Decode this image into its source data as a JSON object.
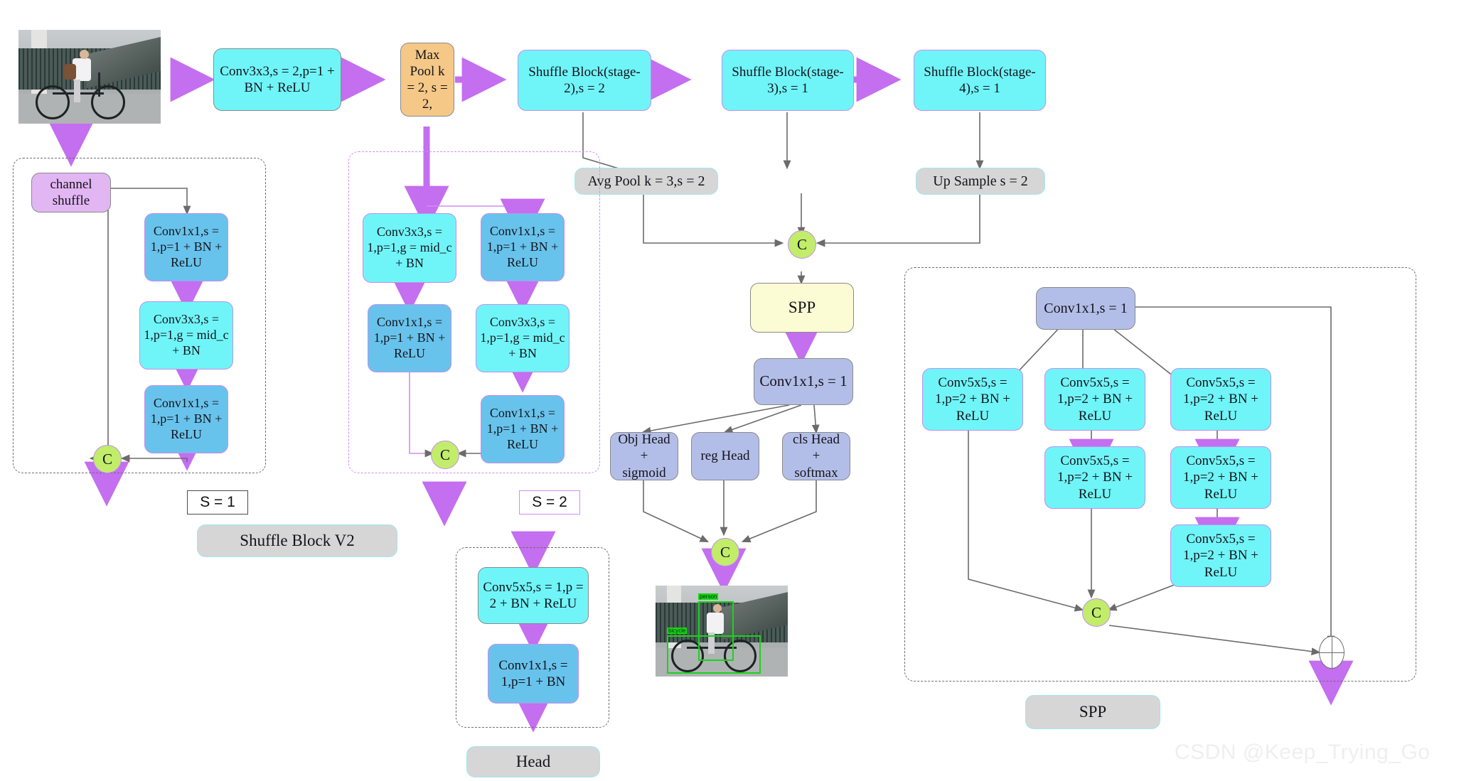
{
  "title": "ShuffleNetV2 YOLO-style detector architecture",
  "watermark": "CSDN @Keep_Trying_Go",
  "colors": {
    "cyan": "#6ff5f8",
    "blue": "#68c3ec",
    "periwinkle": "#b3bee8",
    "orange": "#f5c887",
    "violet": "#e2b6f2",
    "yellow": "#fbfbd4",
    "gray": "#d6d6d6",
    "concat_green": "#c1ed6a",
    "arrow_purple": "#c46ef0",
    "wire_gray": "#6b6b6b"
  },
  "backbone": {
    "input_image": "input-photo-cyclist",
    "stem": "Conv3x3,s = 2,p=1 + BN + ReLU",
    "maxpool": "Max Pool k = 2, s = 2,",
    "stage2": "Shuffle Block(stage-2),s = 2",
    "stage3": "Shuffle Block(stage-3),s = 1",
    "stage4": "Shuffle Block(stage-4),s = 1"
  },
  "neck": {
    "avg_pool": "Avg Pool k = 3,s = 2",
    "up_sample": "Up Sample s = 2",
    "concat": "C",
    "spp": "SPP",
    "conv1x1": "Conv1x1,s = 1"
  },
  "heads": {
    "obj": "Obj Head + sigmoid",
    "obj_lines": [
      "Obj Head",
      "+",
      "sigmoid"
    ],
    "reg": "reg Head",
    "cls_lines": [
      "cls Head",
      "+",
      "softmax"
    ],
    "concat": "C",
    "output_image": "output-photo-detection"
  },
  "shuffle_block_v2": {
    "caption": "Shuffle Block V2",
    "s1_tag": "S = 1",
    "s2_tag": "S = 2",
    "s1": {
      "channel_shuffle": "channel shuffle",
      "channel_shuffle_lines": [
        "channel",
        "shuffle"
      ],
      "branch": [
        "Conv1x1,s = 1,p=1 + BN + ReLU",
        "Conv3x3,s = 1,p=1,g = mid_c + BN",
        "Conv1x1,s = 1,p=1 + BN + ReLU"
      ],
      "concat": "C"
    },
    "s2": {
      "left_branch": [
        "Conv3x3,s = 1,p=1,g = mid_c + BN",
        "Conv1x1,s = 1,p=1 + BN + ReLU"
      ],
      "right_branch": [
        "Conv1x1,s = 1,p=1 + BN + ReLU",
        "Conv3x3,s = 1,p=1,g = mid_c + BN",
        "Conv1x1,s = 1,p=1 + BN + ReLU"
      ],
      "concat": "C"
    }
  },
  "head_block": {
    "caption": "Head",
    "layers": [
      "Conv5x5,s = 1,p = 2 + BN + ReLU",
      "Conv1x1,s = 1,p=1 + BN"
    ]
  },
  "spp_block": {
    "caption": "SPP",
    "entry": "Conv1x1,s = 1",
    "branch1": [
      "Conv5x5,s = 1,p=2 + BN + ReLU"
    ],
    "branch2": [
      "Conv5x5,s = 1,p=2 + BN + ReLU",
      "Conv5x5,s = 1,p=2 + BN + ReLU"
    ],
    "branch3": [
      "Conv5x5,s = 1,p=2 + BN + ReLU",
      "Conv5x5,s = 1,p=2 + BN + ReLU",
      "Conv5x5,s = 1,p=2 + BN + ReLU"
    ],
    "concat": "C",
    "add": "+"
  }
}
